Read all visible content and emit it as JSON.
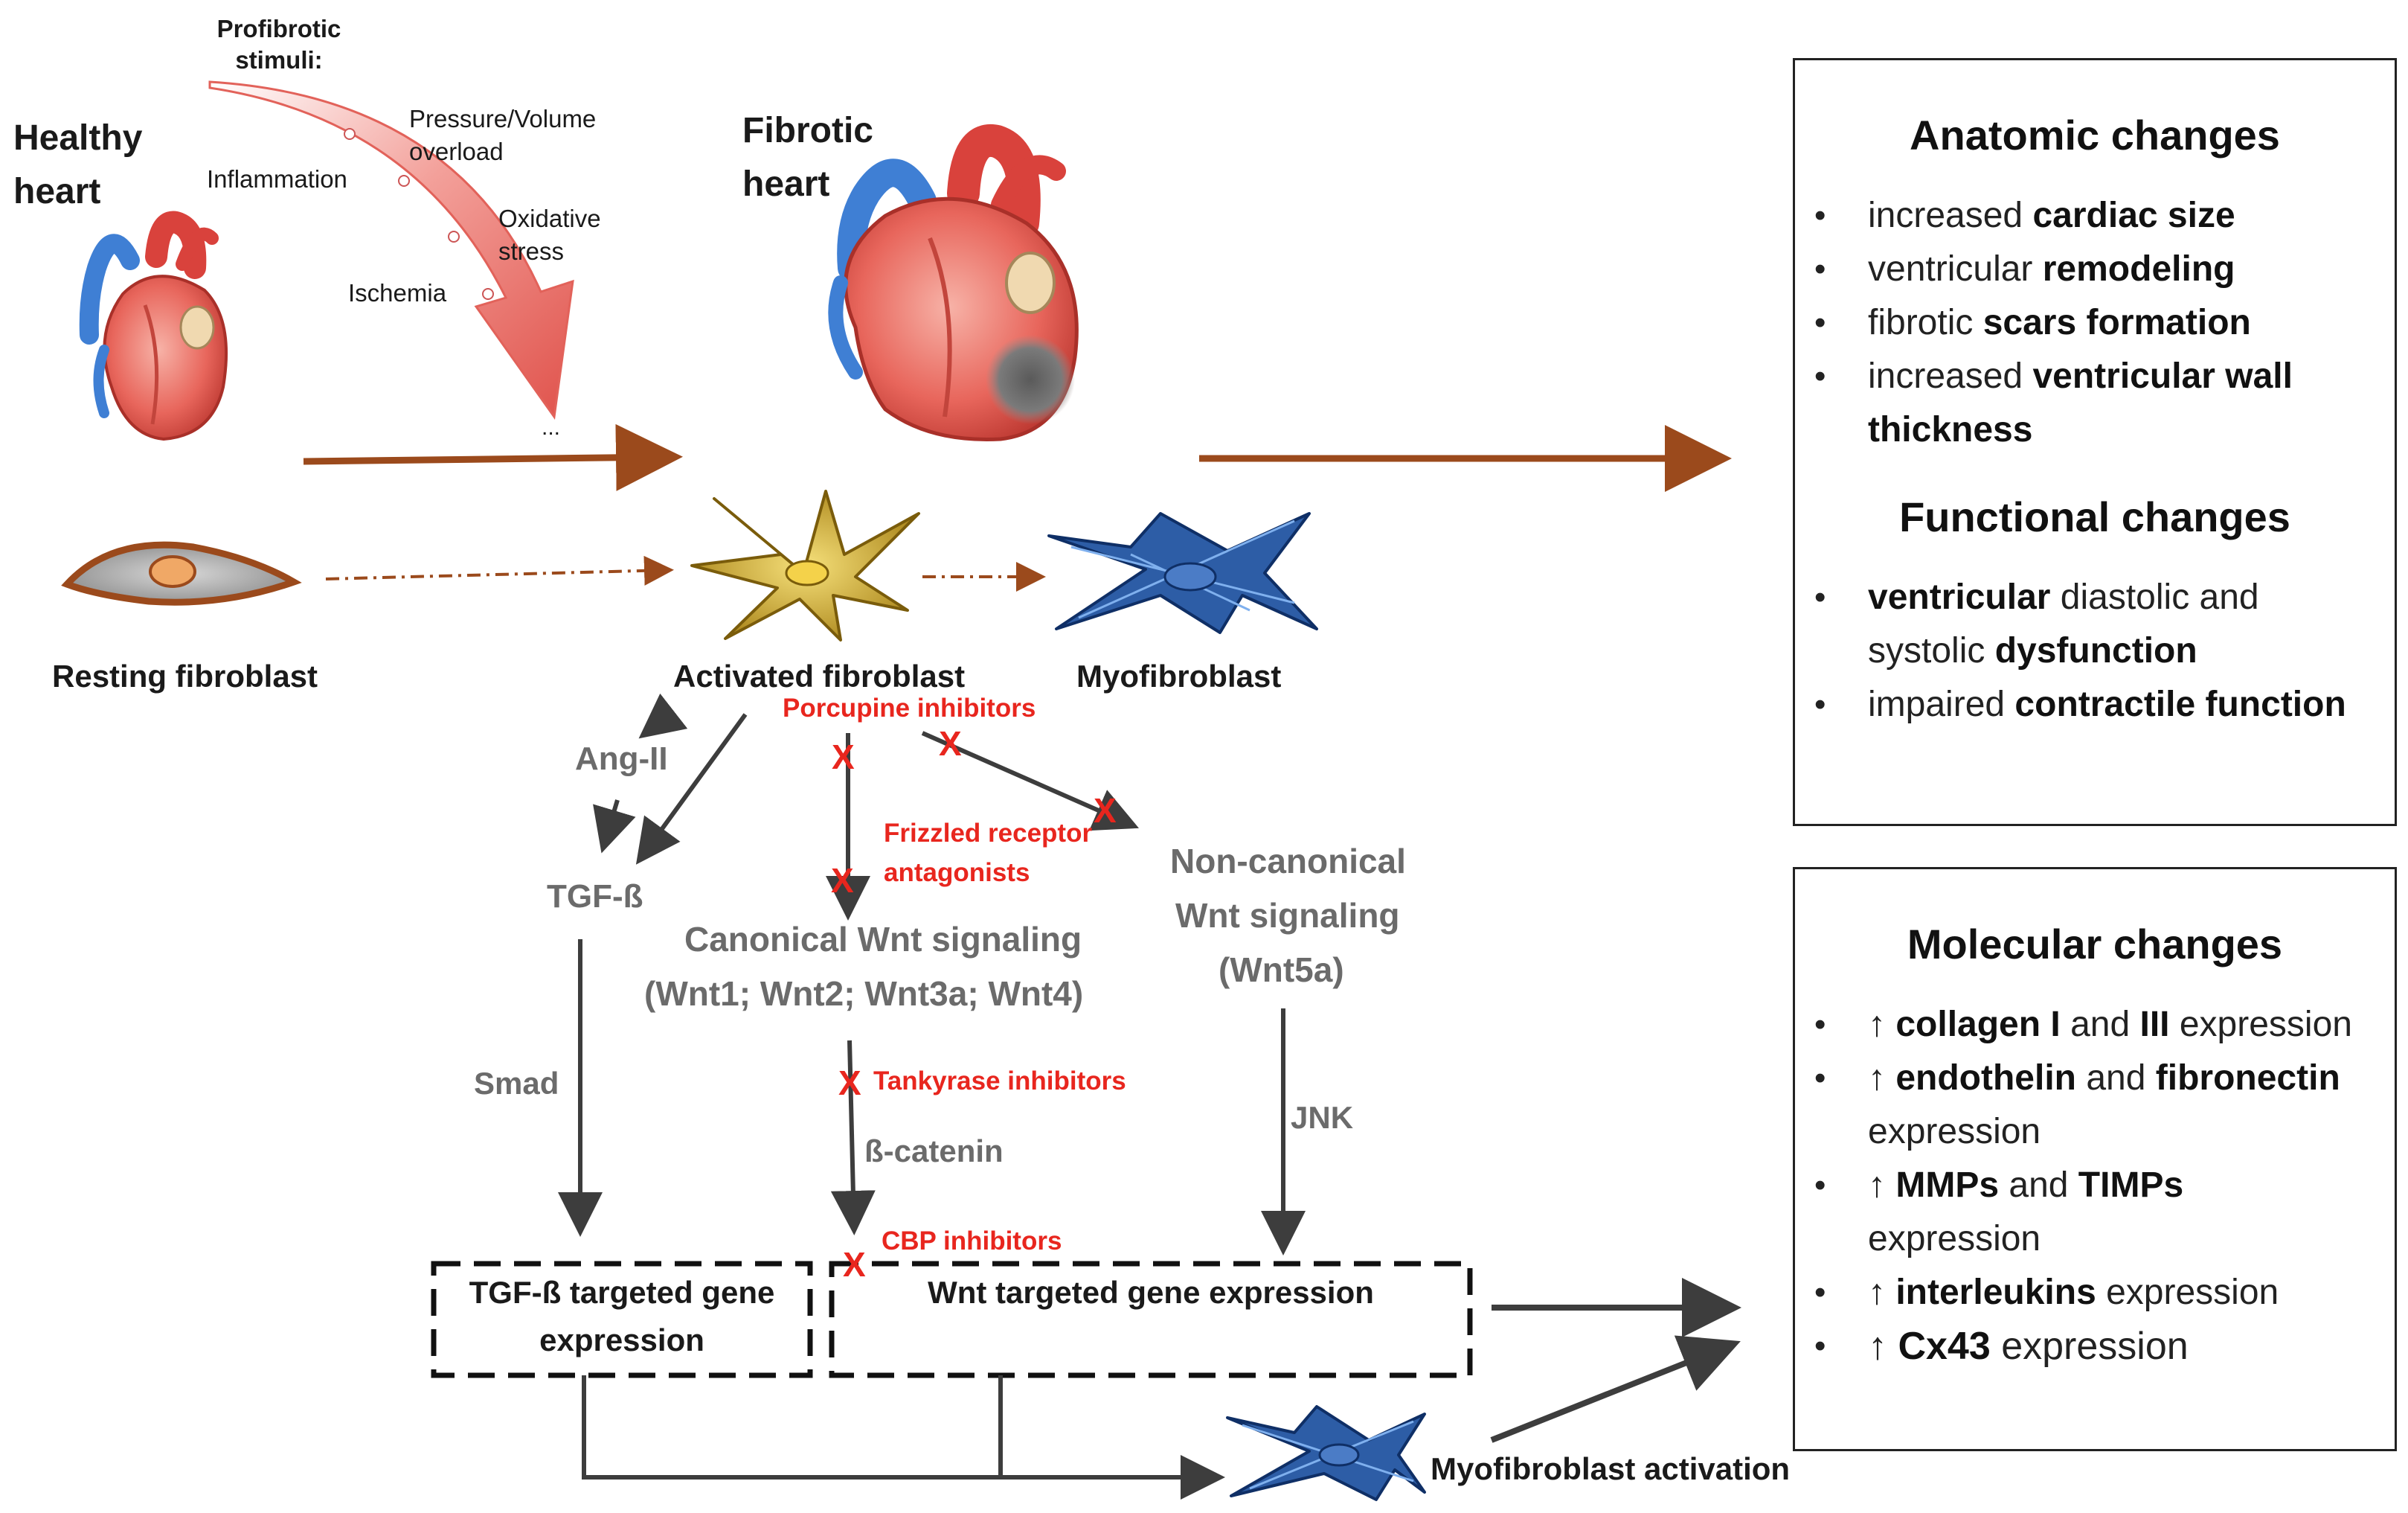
{
  "stimuli": {
    "title": "Profibrotic stimuli:",
    "items": [
      "Pressure/Volume overload",
      "Inflammation",
      "Oxidative stress",
      "Ischemia",
      "..."
    ]
  },
  "hearts": {
    "healthy": "Healthy heart",
    "fibrotic": "Fibrotic heart"
  },
  "cells": {
    "resting": "Resting fibroblast",
    "activated": "Activated fibroblast",
    "myo": "Myofibroblast",
    "activation": "Myofibroblast activation"
  },
  "pathway": {
    "angii": "Ang-II",
    "tgfb": "TGF-ß",
    "canonical_line1": "Canonical  Wnt signaling",
    "canonical_line2": "(Wnt1; Wnt2; Wnt3a; Wnt4)",
    "noncanonical_line1": "Non-canonical",
    "noncanonical_line2": "Wnt signaling",
    "noncanonical_line3": "(Wnt5a)",
    "smad": "Smad",
    "bcatenin": "ß-catenin",
    "jnk": "JNK",
    "tgf_gene_line1": "TGF-ß targeted gene",
    "tgf_gene_line2": "expression",
    "wnt_gene": "Wnt targeted gene expression"
  },
  "inhibitors": {
    "porcupine": "Porcupine inhibitors",
    "frizzled_line1": "Frizzled receptor",
    "frizzled_line2": "antagonists",
    "tankyrase": "Tankyrase inhibitors",
    "cbp": "CBP inhibitors",
    "mark": "X"
  },
  "anatomic": {
    "title": "Anatomic changes",
    "items": [
      {
        "pre": "increased ",
        "bold": "cardiac size",
        "post": ""
      },
      {
        "pre": "ventricular ",
        "bold": "remodeling",
        "post": ""
      },
      {
        "pre": "fibrotic ",
        "bold": "scars formation",
        "post": ""
      },
      {
        "pre": "increased ",
        "bold": "ventricular wall",
        "post": ""
      }
    ],
    "continuation": "thickness"
  },
  "functional": {
    "title": "Functional changes",
    "items": [
      {
        "bold1": "ventricular",
        "mid": " diastolic and",
        "line2pre": "systolic ",
        "bold2": "dysfunction"
      },
      {
        "pre": "impaired ",
        "bold": "contractile function"
      }
    ]
  },
  "molecular": {
    "title": "Molecular changes",
    "up": "↑",
    "items": [
      {
        "b1": "collagen I",
        "m": " and ",
        "b2": "III",
        "post": " expression",
        "line2": ""
      },
      {
        "b1": "endothelin",
        "m": " and ",
        "b2": "fibronectin",
        "post": "",
        "line2": "expression"
      },
      {
        "b1": "MMPs",
        "m": " and ",
        "b2": "TIMPs",
        "post": "",
        "line2": "expression"
      },
      {
        "b1": "interleukins",
        "m": "",
        "b2": "",
        "post": " expression",
        "line2": ""
      },
      {
        "b1": "Cx43",
        "m": "",
        "b2": "",
        "post": " expression",
        "line2": ""
      }
    ]
  },
  "colors": {
    "brown_arrow": "#9b4a1c",
    "dark_arrow": "#3d3d3d",
    "red_text": "#e8261e",
    "gray_text": "#6b6b6b",
    "heart_red": "#d9423c",
    "vessel_blue": "#3f7fd4",
    "fib_gold": "#c9a227",
    "myo_blue": "#2d5da6"
  }
}
